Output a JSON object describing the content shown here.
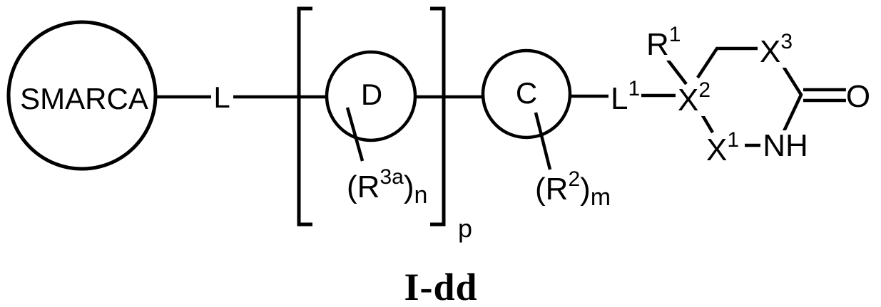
{
  "colors": {
    "ink": "#000000",
    "background": "#ffffff"
  },
  "caption": "I-dd",
  "labels": {
    "smarca": "SMARCA",
    "linker_l": "L",
    "ring_d": "D",
    "ring_c": "C",
    "linker_l1": {
      "base": "L",
      "sup": "1"
    },
    "substituent_r1": {
      "base": "R",
      "sup": "1"
    },
    "atom_x1": {
      "base": "X",
      "sup": "1"
    },
    "atom_x2": {
      "base": "X",
      "sup": "2"
    },
    "atom_x3": {
      "base": "X",
      "sup": "3"
    },
    "atom_nh": "NH",
    "atom_o": "O",
    "group_r3a": {
      "pre": "(R",
      "sup": "3a",
      "post": ")",
      "sub": "n"
    },
    "group_r2": {
      "pre": "(R",
      "sup": "2",
      "post": ")",
      "sub": "m"
    },
    "repeat_p": "p"
  }
}
